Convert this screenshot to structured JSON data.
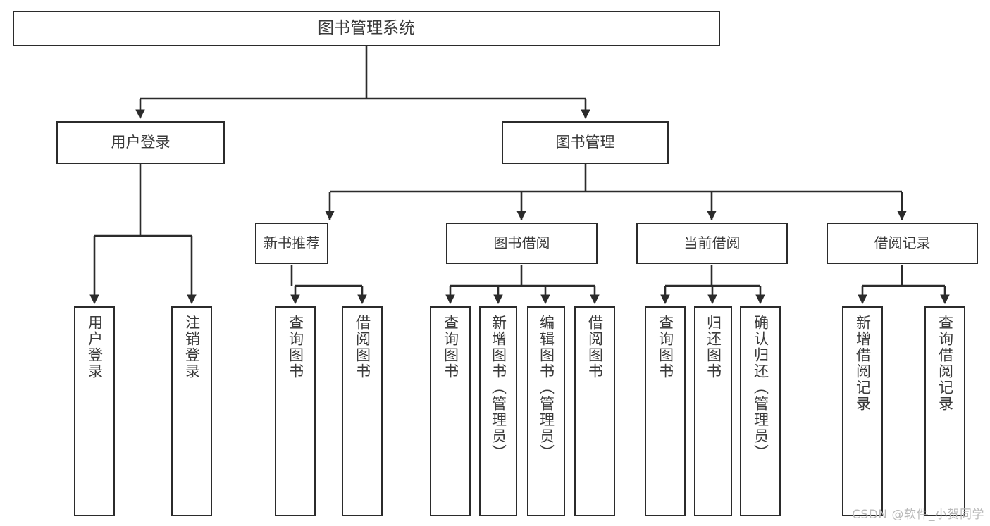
{
  "diagram": {
    "title": "图书管理系统",
    "watermark": "CSDN @软件_小贺同学",
    "stroke_color": "#2b2b2b",
    "text_color": "#3a3a3a",
    "background_color": "#ffffff",
    "nodes": {
      "root": {
        "label": "图书管理系统"
      },
      "level1": [
        {
          "key": "user_login",
          "label": "用户登录"
        },
        {
          "key": "book_manage",
          "label": "图书管理"
        }
      ],
      "level2": [
        {
          "key": "new_book_rec",
          "label": "新书推荐"
        },
        {
          "key": "book_borrow",
          "label": "图书借阅"
        },
        {
          "key": "current_borrow",
          "label": "当前借阅"
        },
        {
          "key": "borrow_record",
          "label": "借阅记录"
        }
      ],
      "leaves": {
        "user_login": [
          {
            "key": "leaf-user-login",
            "label": "用户登录"
          },
          {
            "key": "leaf-logout-login",
            "label": "注销登录"
          }
        ],
        "new_book_rec": [
          {
            "key": "leaf-query-book-1",
            "label": "查询图书"
          },
          {
            "key": "leaf-borrow-book-1",
            "label": "借阅图书"
          }
        ],
        "book_borrow": [
          {
            "key": "leaf-query-book-2",
            "label": "查询图书"
          },
          {
            "key": "leaf-add-book-admin",
            "label": "新增图书（管理员）"
          },
          {
            "key": "leaf-edit-book-admin",
            "label": "编辑图书（管理员）"
          },
          {
            "key": "leaf-borrow-book-2",
            "label": "借阅图书"
          }
        ],
        "current_borrow": [
          {
            "key": "leaf-query-book-3",
            "label": "查询图书"
          },
          {
            "key": "leaf-return-book",
            "label": "归还图书"
          },
          {
            "key": "leaf-confirm-return-admin",
            "label": "确认归还（管理员）"
          }
        ],
        "borrow_record": [
          {
            "key": "leaf-add-borrow-record",
            "label": "新增借阅记录"
          },
          {
            "key": "leaf-query-borrow-record",
            "label": "查询借阅记录"
          }
        ]
      }
    }
  }
}
